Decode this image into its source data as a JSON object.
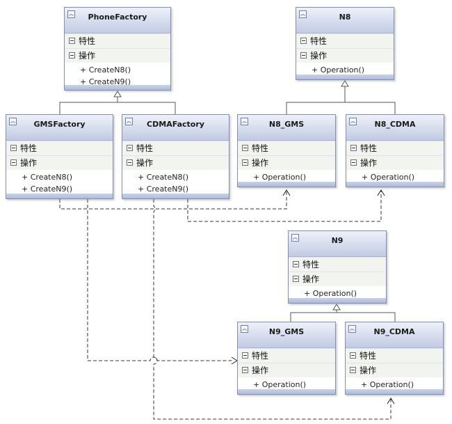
{
  "sections": {
    "attributes": "特性",
    "operations": "操作"
  },
  "classes": {
    "phone_factory": {
      "name": "PhoneFactory",
      "ops": [
        "+ CreateN8()",
        "+ CreateN9()"
      ]
    },
    "n8": {
      "name": "N8",
      "ops": [
        "+ Operation()"
      ]
    },
    "gms_factory": {
      "name": "GMSFactory",
      "ops": [
        "+ CreateN8()",
        "+ CreateN9()"
      ]
    },
    "cdma_factory": {
      "name": "CDMAFactory",
      "ops": [
        "+ CreateN8()",
        "+ CreateN9()"
      ]
    },
    "n8_gms": {
      "name": "N8_GMS",
      "ops": [
        "+ Operation()"
      ]
    },
    "n8_cdma": {
      "name": "N8_CDMA",
      "ops": [
        "+ Operation()"
      ]
    },
    "n9": {
      "name": "N9",
      "ops": [
        "+ Operation()"
      ]
    },
    "n9_gms": {
      "name": "N9_GMS",
      "ops": [
        "+ Operation()"
      ]
    },
    "n9_cdma": {
      "name": "N9_CDMA",
      "ops": [
        "+ Operation()"
      ]
    }
  },
  "relations": [
    {
      "type": "generalization",
      "from": "GMSFactory",
      "to": "PhoneFactory"
    },
    {
      "type": "generalization",
      "from": "CDMAFactory",
      "to": "PhoneFactory"
    },
    {
      "type": "generalization",
      "from": "N8_GMS",
      "to": "N8"
    },
    {
      "type": "generalization",
      "from": "N8_CDMA",
      "to": "N8"
    },
    {
      "type": "generalization",
      "from": "N9_GMS",
      "to": "N9"
    },
    {
      "type": "generalization",
      "from": "N9_CDMA",
      "to": "N9"
    },
    {
      "type": "dependency",
      "from": "GMSFactory",
      "to": "N8_GMS"
    },
    {
      "type": "dependency",
      "from": "GMSFactory",
      "to": "N9_GMS"
    },
    {
      "type": "dependency",
      "from": "CDMAFactory",
      "to": "N8_CDMA"
    },
    {
      "type": "dependency",
      "from": "CDMAFactory",
      "to": "N9_CDMA"
    }
  ],
  "colors": {
    "header_top": "#eef1f9",
    "header_bottom": "#c2cbe3",
    "border": "#7d8fb3",
    "section_bg": "#f2f4f0",
    "footer": "#aebbd9",
    "line": "#444444"
  }
}
